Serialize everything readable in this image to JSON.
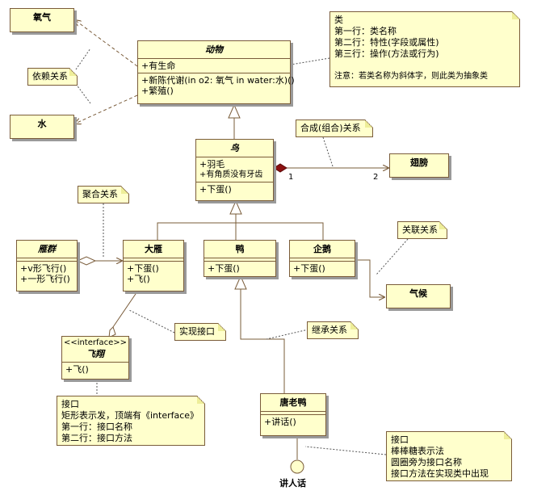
{
  "classes": {
    "oxygen": {
      "name": "氧气"
    },
    "water": {
      "name": "水"
    },
    "animal": {
      "name": "动物",
      "attributes": [
        "+有生命"
      ],
      "operations": [
        "+新陈代谢(in o2: 氧气 in water:水)()",
        "+繁殖()"
      ]
    },
    "bird": {
      "name": "鸟",
      "attributes": [
        "+羽毛",
        "+有角质没有牙齿"
      ],
      "operations": [
        "+下蛋()"
      ]
    },
    "wing": {
      "name": "翅膀"
    },
    "goose_flock": {
      "name": "雁群",
      "operations": [
        "+v形飞行()",
        "+一形飞行()"
      ]
    },
    "goose": {
      "name": "大雁",
      "operations": [
        "+下蛋()",
        "+飞()"
      ]
    },
    "duck": {
      "name": "鸭",
      "operations": [
        "+下蛋()"
      ]
    },
    "penguin": {
      "name": "企鹅",
      "operations": [
        "+下蛋()"
      ]
    },
    "climate": {
      "name": "气候"
    },
    "fly_interface": {
      "stereotype": "<<interface>>",
      "name": "飞翔",
      "operations": [
        "+飞()"
      ]
    },
    "donald": {
      "name": "唐老鸭",
      "operations": [
        "+讲话()"
      ]
    }
  },
  "interface_lollipop": {
    "name": "讲人话"
  },
  "multiplicity": {
    "bird_end": "1",
    "wing_end": "2"
  },
  "notes": {
    "class_note": {
      "lines": [
        "类",
        "第一行：类名称",
        "第二行：特性(字段或属性)",
        "第三行：操作(方法或行为)",
        "",
        "注意：若类名称为斜体字，则此类为抽象类"
      ]
    },
    "dependency": {
      "lines": [
        "依赖关系"
      ]
    },
    "composition": {
      "lines": [
        "合成(组合)关系"
      ]
    },
    "aggregation": {
      "lines": [
        "聚合关系"
      ]
    },
    "association": {
      "lines": [
        "关联关系"
      ]
    },
    "realization": {
      "lines": [
        "实现接口"
      ]
    },
    "inheritance": {
      "lines": [
        "继承关系"
      ]
    },
    "interface_rect": {
      "lines": [
        "接口",
        "矩形表示发，顶端有《interface》",
        "第一行：接口名称",
        "第二行：接口方法"
      ]
    },
    "interface_lollipop": {
      "lines": [
        "接口",
        "棒棒糖表示法",
        "圆圈旁为接口名称",
        "接口方法在实现类中出现"
      ]
    }
  },
  "colors": {
    "box_fill": "#ffffcc",
    "box_border": "#7a5c3a",
    "line": "#7a5c3a",
    "note_link": "#555555"
  }
}
